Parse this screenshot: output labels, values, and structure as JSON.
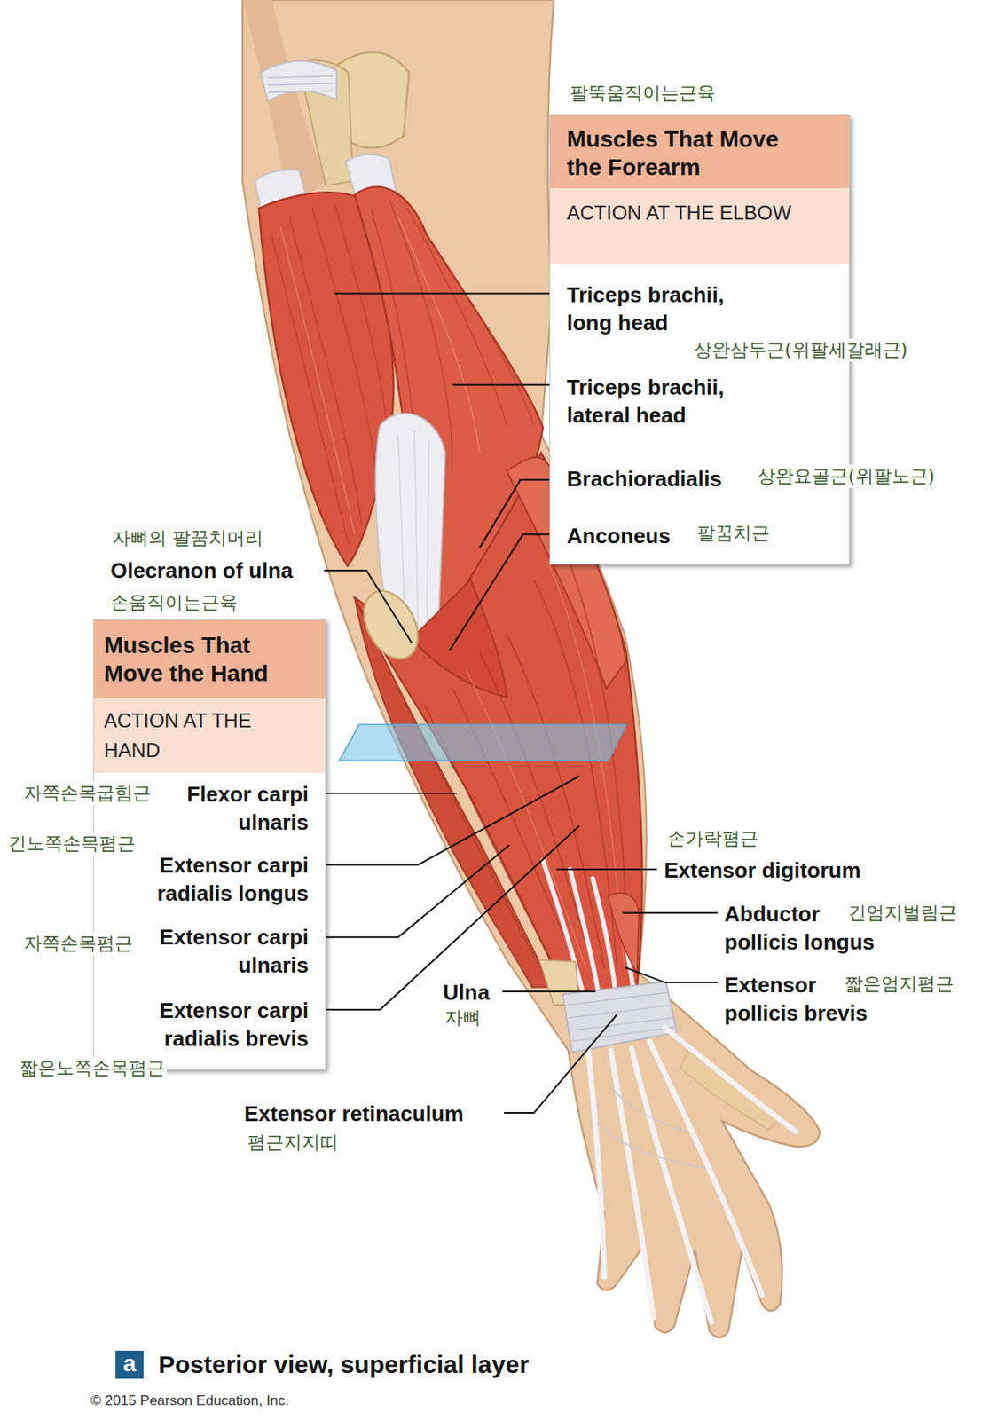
{
  "diagram": {
    "caption": "Posterior view, superficial layer",
    "nodes": [
      {
        "text": [
          "Muscles That Move the Forearm",
          "ACTION AT THE ELBOW",
          "Triceps brachii, long head",
          "Triceps brachii, lateral head",
          "Brachioradialis",
          "Anconeus"
        ]
      },
      {
        "text": [
          "Muscles That Move the Hand",
          "ACTION AT THE HAND",
          "Flexor carpi ulnaris",
          "Extensor carpi radialis longus",
          "Extensor carpi ulnaris",
          "Extensor carpi radialis brevis"
        ]
      }
    ],
    "labels": [
      "팔뚝움직이는근육",
      "상완삼두근(위팔세갈래근)",
      "상완요골근(위팔노근)",
      "팔꿈치근",
      "자뼈의 팔꿈치머리",
      "Olecranon of ulna",
      "손움직이는근육",
      "자쪽손목굽힘근",
      "긴노쪽손목폄근",
      "자쪽손목폄근",
      "짧은노쪽손목폄근",
      "손가락폄근",
      "Extensor digitorum",
      "긴엄지벌림근",
      "Abductor pollicis longus",
      "Extensor pollicis brevis",
      "짧은엄지폄근",
      "Ulna",
      "자뼈",
      "Extensor retinaculum",
      "폄근지지띠",
      "a",
      "© 2015 Pearson Education, Inc."
    ]
  }
}
